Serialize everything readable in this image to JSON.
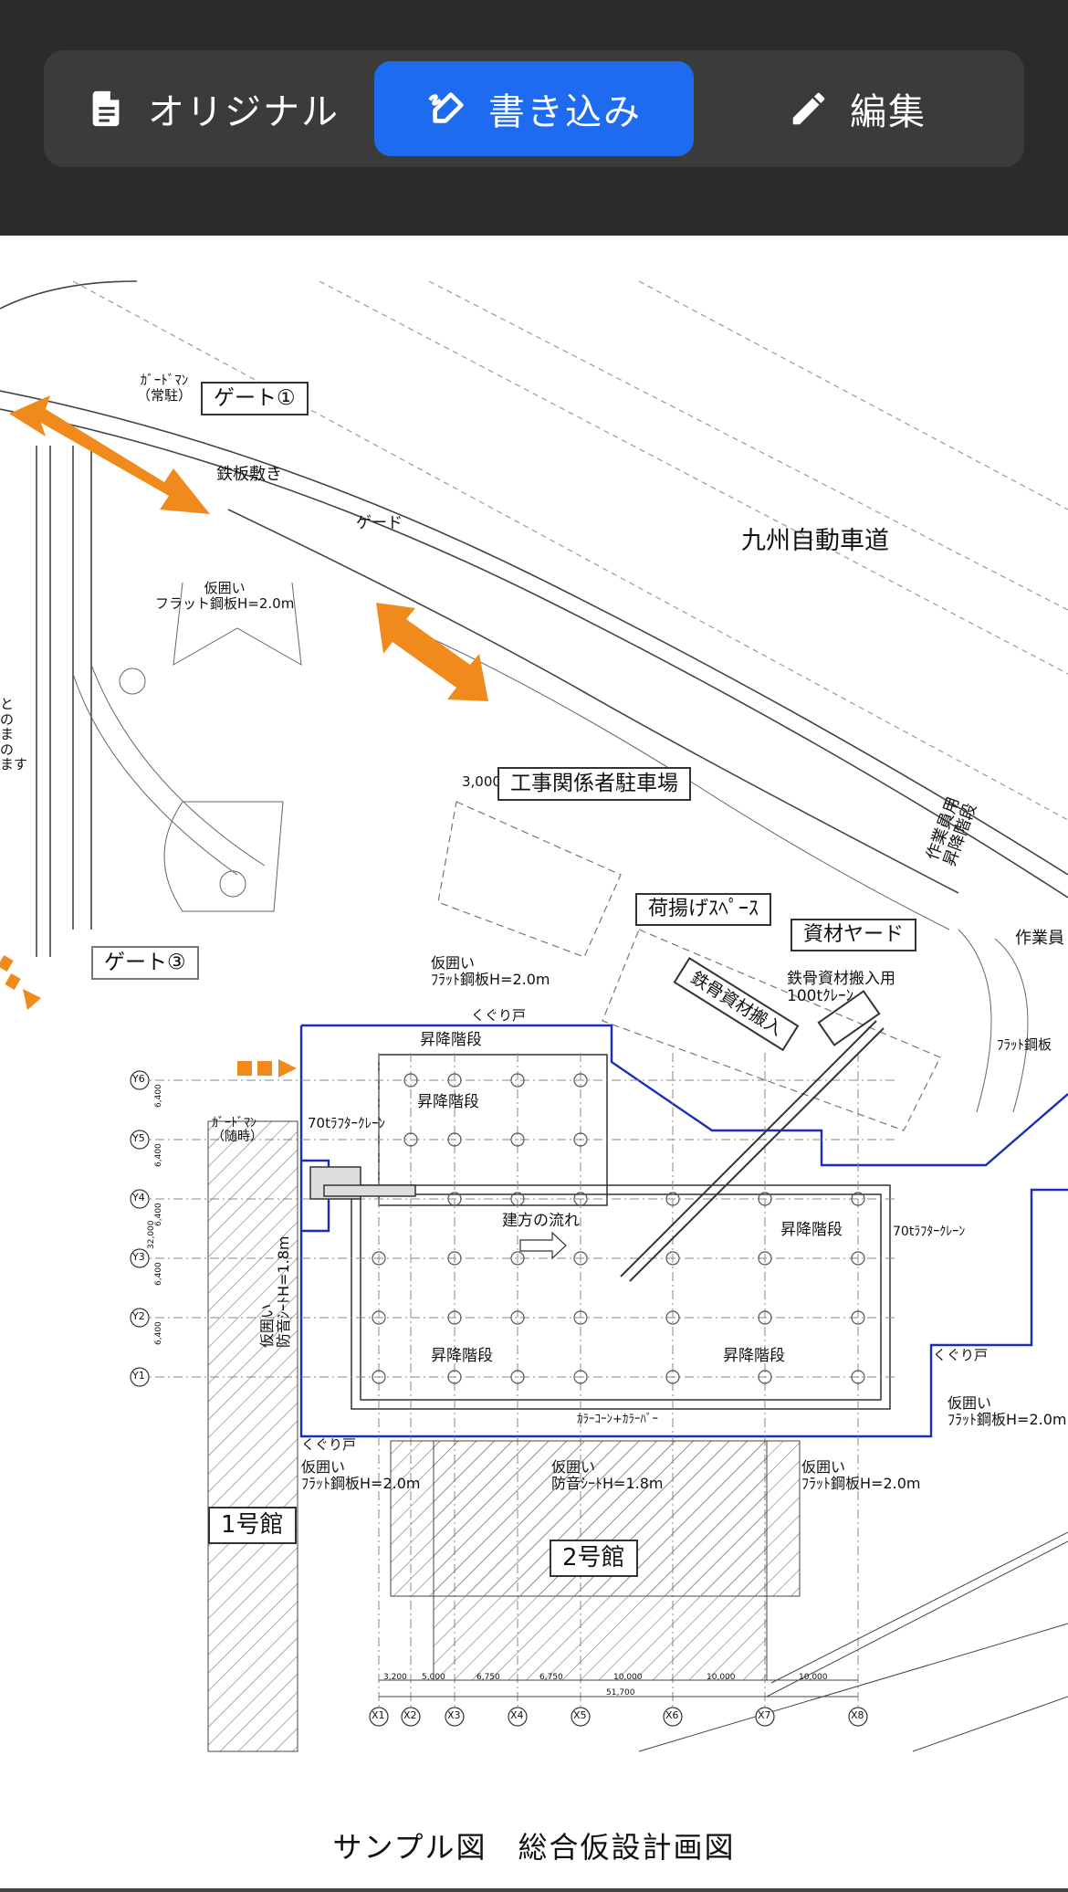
{
  "toolbar": {
    "modes": [
      {
        "label": "オリジナル",
        "icon": "document-icon",
        "selected": false
      },
      {
        "label": "書き込み",
        "icon": "pen-scribble-icon",
        "selected": true
      },
      {
        "label": "編集",
        "icon": "pencil-icon",
        "selected": false
      }
    ],
    "selected_color": "#1f6bf0"
  },
  "drawing": {
    "labels": {
      "guardman_resident": "ｶﾞｰﾄﾞﾏﾝ\n（常駐）",
      "gate1": "ゲート①",
      "steel_plate": "鉄板敷き",
      "gate": "ゲード",
      "expressway": "九州自動車道",
      "fence1": "仮囲い\nフラット鋼板H=2.0m",
      "parking": "工事関係者駐車場",
      "unloading": "荷揚げｽﾍﾟｰｽ",
      "yard": "資材ヤード",
      "steel_in": "鉄骨資材搬入",
      "crane_note": "鉄骨資材搬入用\n100tｸﾚｰﾝ",
      "worker_stairs": "作業員用\n昇降階段",
      "worker_right": "作業員",
      "flat_right": "ﾌﾗｯﾄ鋼板",
      "gate3": "ゲート③",
      "fence2": "仮囲い\nﾌﾗｯﾄ鋼板H=2.0m",
      "kuguri1": "くぐり戸",
      "stairs_top": "昇降階段",
      "stairs_mid": "昇降階段",
      "guardman_temp": "ｶﾞｰﾄﾞﾏﾝ\n（随時）",
      "crane70_left": "70tﾗﾌﾀｰｸﾚｰﾝ",
      "erection_flow": "建方の流れ",
      "stairs_right": "昇降階段",
      "crane70_right": "70tﾗﾌﾀｰｸﾚｰﾝ",
      "noise_sheet_v": "仮囲い\n防音ｼｰﾄH=1.8m",
      "stairs_bl": "昇降階段",
      "stairs_br": "昇降階段",
      "kuguri2": "くぐり戸",
      "fence_right": "仮囲い\nﾌﾗｯﾄ鋼板H=2.0m",
      "color_cone": "ｶﾗｰｺｰﾝ+ｶﾗｰﾊﾞｰ",
      "kuguri3": "くぐり戸",
      "fence_bl": "仮囲い\nﾌﾗｯﾄ鋼板H=2.0m",
      "fence_bm": "仮囲い\n防音ｼｰﾄH=1.8m",
      "fence_br": "仮囲い\nﾌﾗｯﾄ鋼板H=2.0m",
      "building1": "1号館",
      "building2": "2号館",
      "left_edge": "と\nの\nま\nの\nます",
      "dim_3000": "3,000"
    },
    "grid_rows": [
      "Y6",
      "Y5",
      "Y4",
      "Y3",
      "Y2",
      "Y1"
    ],
    "grid_cols": [
      "X1",
      "X2",
      "X3",
      "X4",
      "X5",
      "X6",
      "X7",
      "X8"
    ],
    "row_dims": [
      "6,400",
      "6,400",
      "6,400",
      "6,400",
      "6,400"
    ],
    "row_total": "32,000",
    "col_dims": [
      "3,200",
      "5,000",
      "6,750",
      "6,750",
      "10,000",
      "10,000",
      "10,000"
    ],
    "col_total": "51,700",
    "arrow_color": "#f08a1c",
    "boundary_color": "#1a2fb8"
  },
  "caption": "サンプル図　総合仮設計画図"
}
